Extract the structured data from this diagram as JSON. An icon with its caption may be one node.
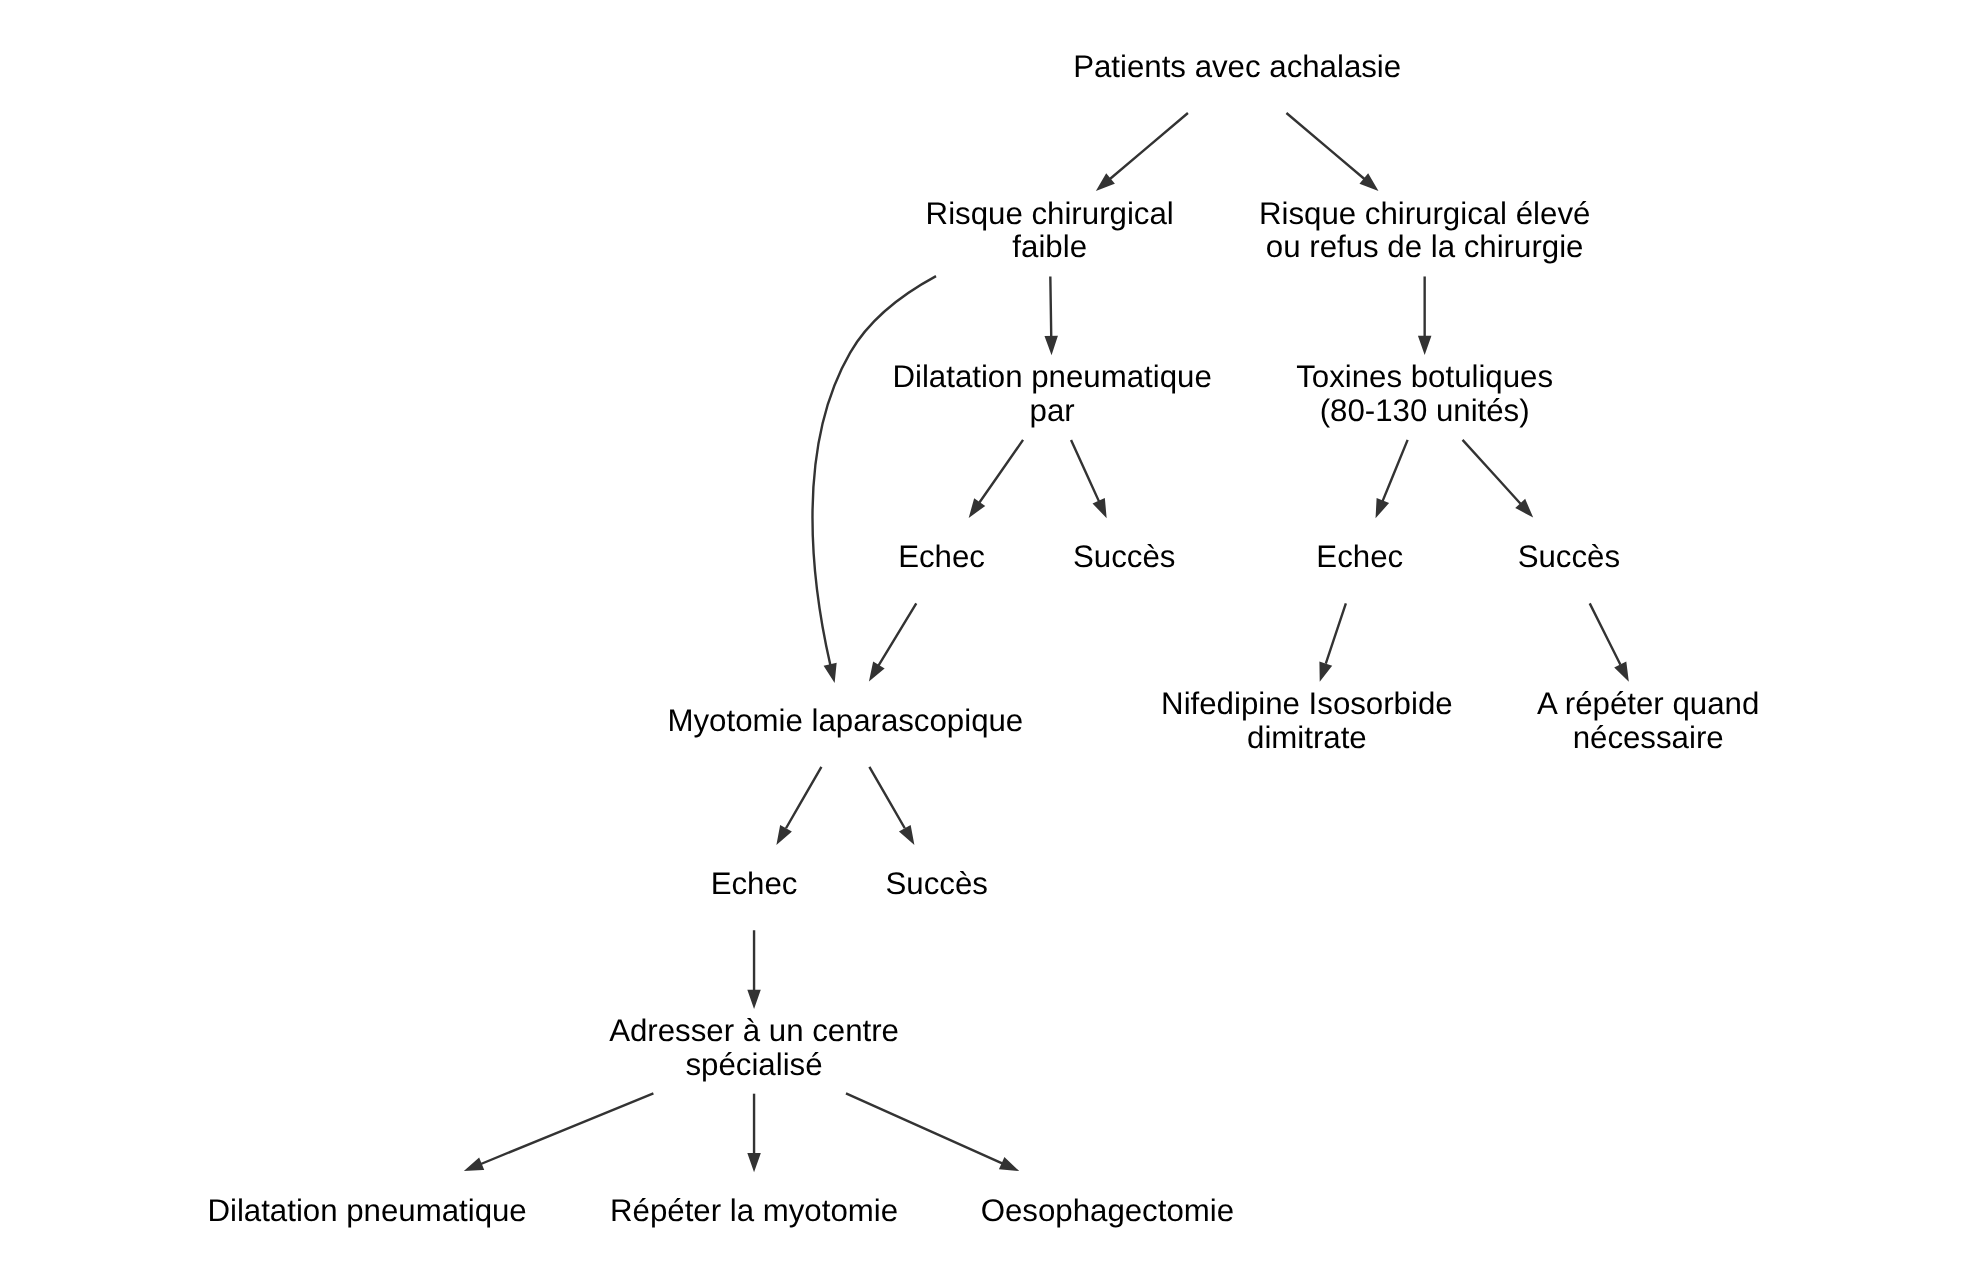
{
  "diagram": {
    "nodes": [
      {
        "text": [
          "Patients avec achalasie"
        ]
      },
      {
        "text": [
          "Risque chirurgical faible"
        ]
      },
      {
        "text": [
          "Risque chirurgical élevé ou refus de la chirurgie"
        ]
      },
      {
        "text": [
          "Myotomie laparascopique"
        ]
      },
      {
        "text": [
          "Dilatation pneumatique par"
        ]
      },
      {
        "text": [
          "Toxines botuliques (80-130 unités)"
        ]
      },
      {
        "text": [
          "Echec"
        ]
      },
      {
        "text": [
          "Succès"
        ]
      },
      {
        "text": [
          "Echec"
        ]
      },
      {
        "text": [
          "Succès"
        ]
      },
      {
        "text": [
          "Echec"
        ]
      },
      {
        "text": [
          "Succès"
        ]
      },
      {
        "text": [
          "Adresser à un centre spécialisé"
        ]
      },
      {
        "text": [
          "Nifedipine Isosorbide dimitrate"
        ]
      },
      {
        "text": [
          "A répéter quand nécessaire"
        ]
      },
      {
        "text": [
          "Dilatation pneumatique"
        ]
      },
      {
        "text": [
          "Répéter la myotomie"
        ]
      },
      {
        "text": [
          "Oesophagectomie"
        ]
      }
    ],
    "edges": [
      {
        "from": 0,
        "to": 1,
        "arrow": "to"
      },
      {
        "from": 0,
        "to": 2,
        "arrow": "to"
      },
      {
        "from": 1,
        "to": 3,
        "arrow": "to"
      },
      {
        "from": 1,
        "to": 4,
        "arrow": "to"
      },
      {
        "from": 2,
        "to": 5,
        "arrow": "to"
      },
      {
        "from": 3,
        "to": 6,
        "arrow": "to"
      },
      {
        "from": 3,
        "to": 7,
        "arrow": "to"
      },
      {
        "from": 4,
        "to": 8,
        "arrow": "to"
      },
      {
        "from": 4,
        "to": 9,
        "arrow": "to"
      },
      {
        "from": 8,
        "to": 3,
        "arrow": "to"
      },
      {
        "from": 5,
        "to": 10,
        "arrow": "to"
      },
      {
        "from": 5,
        "to": 11,
        "arrow": "to"
      },
      {
        "from": 6,
        "to": 12,
        "arrow": "to"
      },
      {
        "from": 10,
        "to": 13,
        "arrow": "to"
      },
      {
        "from": 11,
        "to": 14,
        "arrow": "to"
      },
      {
        "from": 12,
        "to": 15,
        "arrow": "to"
      },
      {
        "from": 12,
        "to": 16,
        "arrow": "to"
      },
      {
        "from": 12,
        "to": 17,
        "arrow": "to"
      }
    ]
  }
}
